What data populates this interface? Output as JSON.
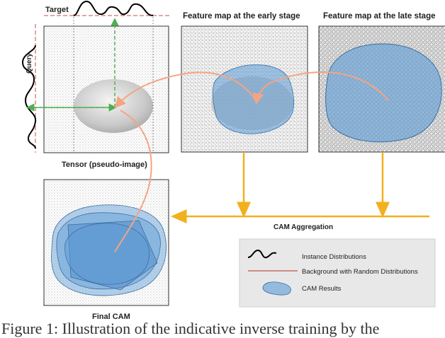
{
  "labels": {
    "target": "Target",
    "query": "Query",
    "tensor": "Tensor (pseudo-image)",
    "early": "Feature map at the early stage",
    "late": "Feature map at the late stage",
    "aggregation": "CAM Aggregation",
    "final": "Final CAM"
  },
  "legend": {
    "items": [
      {
        "icon": "wave-icon",
        "text": "Instance Distributions"
      },
      {
        "icon": "red-line-icon",
        "text": "Background with Random Distributions"
      },
      {
        "icon": "blob-icon",
        "text": "CAM Results"
      }
    ]
  },
  "caption": "Figure 1: Illustration of the indicative inverse training by the",
  "colors": {
    "aggregation_arrow": "#f2b01e",
    "flow_arrow": "#f4a582",
    "cam_fill": "#5b9bd5",
    "guide_dashed": "#4caf50",
    "background_line": "#c0504d"
  }
}
